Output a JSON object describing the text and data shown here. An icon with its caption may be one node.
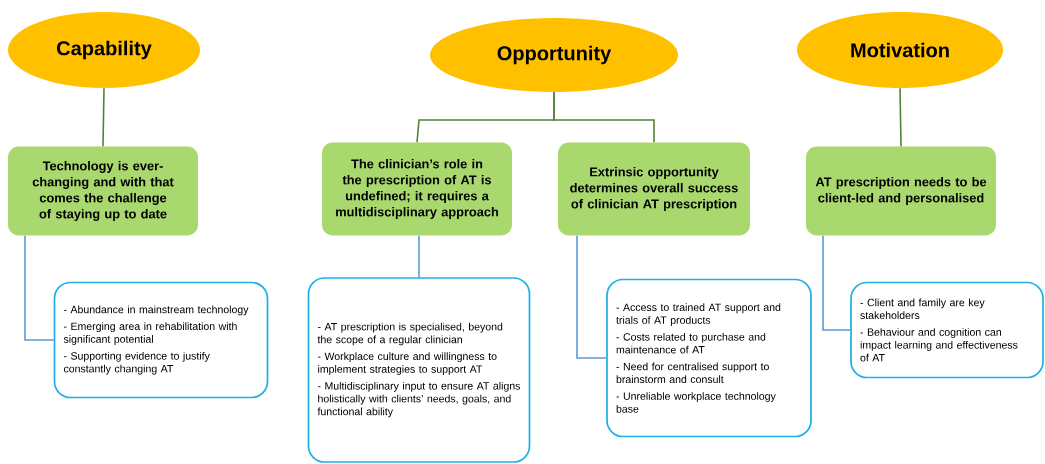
{
  "diagram": {
    "nodes": [
      {
        "text": [
          "Capability"
        ]
      },
      {
        "text": [
          "Opportunity"
        ]
      },
      {
        "text": [
          "Motivation"
        ]
      },
      {
        "text": [
          "Technology is ever-changing and with that comes the challenge of staying up to date"
        ]
      },
      {
        "text": [
          "The clinician’s role in the prescription of AT is undefined; it requires a multidisciplinary approach"
        ]
      },
      {
        "text": [
          "Extrinsic opportunity determines overall success of clinician AT prescription"
        ]
      },
      {
        "text": [
          "AT prescription needs to be client-led and personalised"
        ]
      },
      {
        "text": [
          "- Abundance in mainstream technology",
          "- Emerging area in rehabilitation with significant potential",
          "- Supporting evidence to justify constantly changing AT"
        ]
      },
      {
        "text": [
          "- AT prescription is specialised, beyond the scope of a regular clinician",
          "- Workplace culture and willingness to implement strategies to support AT",
          "- Multidisciplinary input to ensure AT aligns holistically with clients’ needs, goals, and functional ability"
        ]
      },
      {
        "text": [
          "- Access to trained AT support and trials of AT products",
          "- Costs related to purchase and maintenance of AT",
          "- Need for centralised support to brainstorm and consult",
          "- Unreliable workplace technology base"
        ]
      },
      {
        "text": [
          "- Client and family are key stakeholders",
          "- Behaviour and cognition can impact learning and effectiveness of AT"
        ]
      }
    ],
    "edges": [
      {
        "from": 0,
        "to": 3,
        "arrow": "none"
      },
      {
        "from": 1,
        "to": 4,
        "arrow": "none"
      },
      {
        "from": 1,
        "to": 5,
        "arrow": "none"
      },
      {
        "from": 2,
        "to": 6,
        "arrow": "none"
      },
      {
        "from": 3,
        "to": 7,
        "arrow": "none",
        "color": "#5b9bd5"
      },
      {
        "from": 4,
        "to": 8,
        "arrow": "none",
        "color": "#5b9bd5"
      },
      {
        "from": 5,
        "to": 9,
        "arrow": "none",
        "color": "#5b9bd5"
      },
      {
        "from": 6,
        "to": 10,
        "arrow": "none",
        "color": "#5b9bd5"
      }
    ]
  }
}
